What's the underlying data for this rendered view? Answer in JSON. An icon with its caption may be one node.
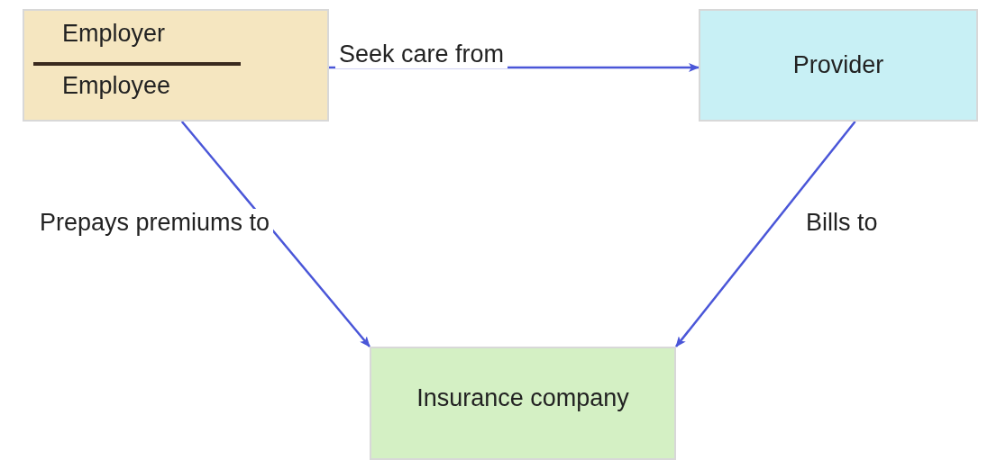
{
  "diagram": {
    "nodes": [
      {
        "text": [
          "Employer",
          "Employee"
        ]
      },
      {
        "text": [
          "Provider"
        ]
      },
      {
        "text": [
          "Insurance company"
        ]
      }
    ],
    "edges": [
      {
        "from": 0,
        "to": 1,
        "arrow": "to",
        "label": "Seek care from"
      },
      {
        "from": 0,
        "to": 2,
        "arrow": "to",
        "label": "Prepays premiums to"
      },
      {
        "from": 1,
        "to": 2,
        "arrow": "to",
        "label": "Bills to"
      }
    ]
  }
}
